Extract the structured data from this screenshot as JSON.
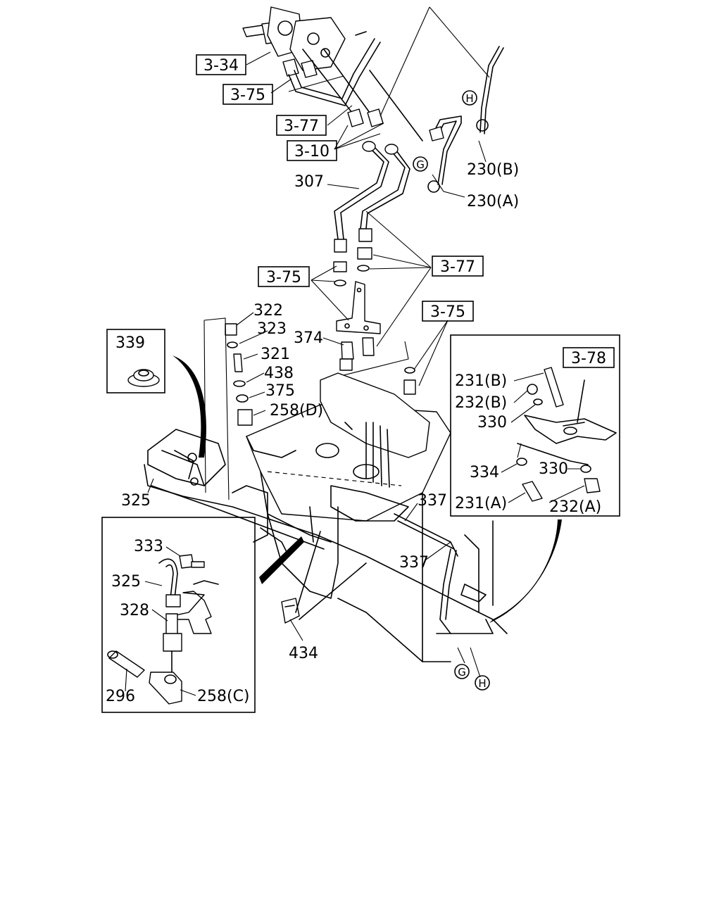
{
  "refs": {
    "r334": "3-34",
    "r375a": "3-75",
    "r377a": "3-77",
    "r310": "3-10",
    "r375b": "3-75",
    "r377b": "3-77",
    "r375c": "3-75",
    "r378": "3-78"
  },
  "parts": {
    "p230b": "230(B)",
    "p230a": "230(A)",
    "p307": "307",
    "p322": "322",
    "p323": "323",
    "p321": "321",
    "p438": "438",
    "p375": "375",
    "p258d": "258(D)",
    "p374": "374",
    "p339": "339",
    "p325a": "325",
    "p231b": "231(B)",
    "p232b": "232(B)",
    "p330a": "330",
    "p334": "334",
    "p330b": "330",
    "p231a": "231(A)",
    "p232a": "232(A)",
    "p337a": "337",
    "p337b": "337",
    "p333": "333",
    "p325b": "325",
    "p328": "328",
    "p296": "296",
    "p258c": "258(C)",
    "p434": "434"
  },
  "markers": {
    "h1": "H",
    "g1": "G",
    "g2": "G",
    "h2": "H"
  }
}
